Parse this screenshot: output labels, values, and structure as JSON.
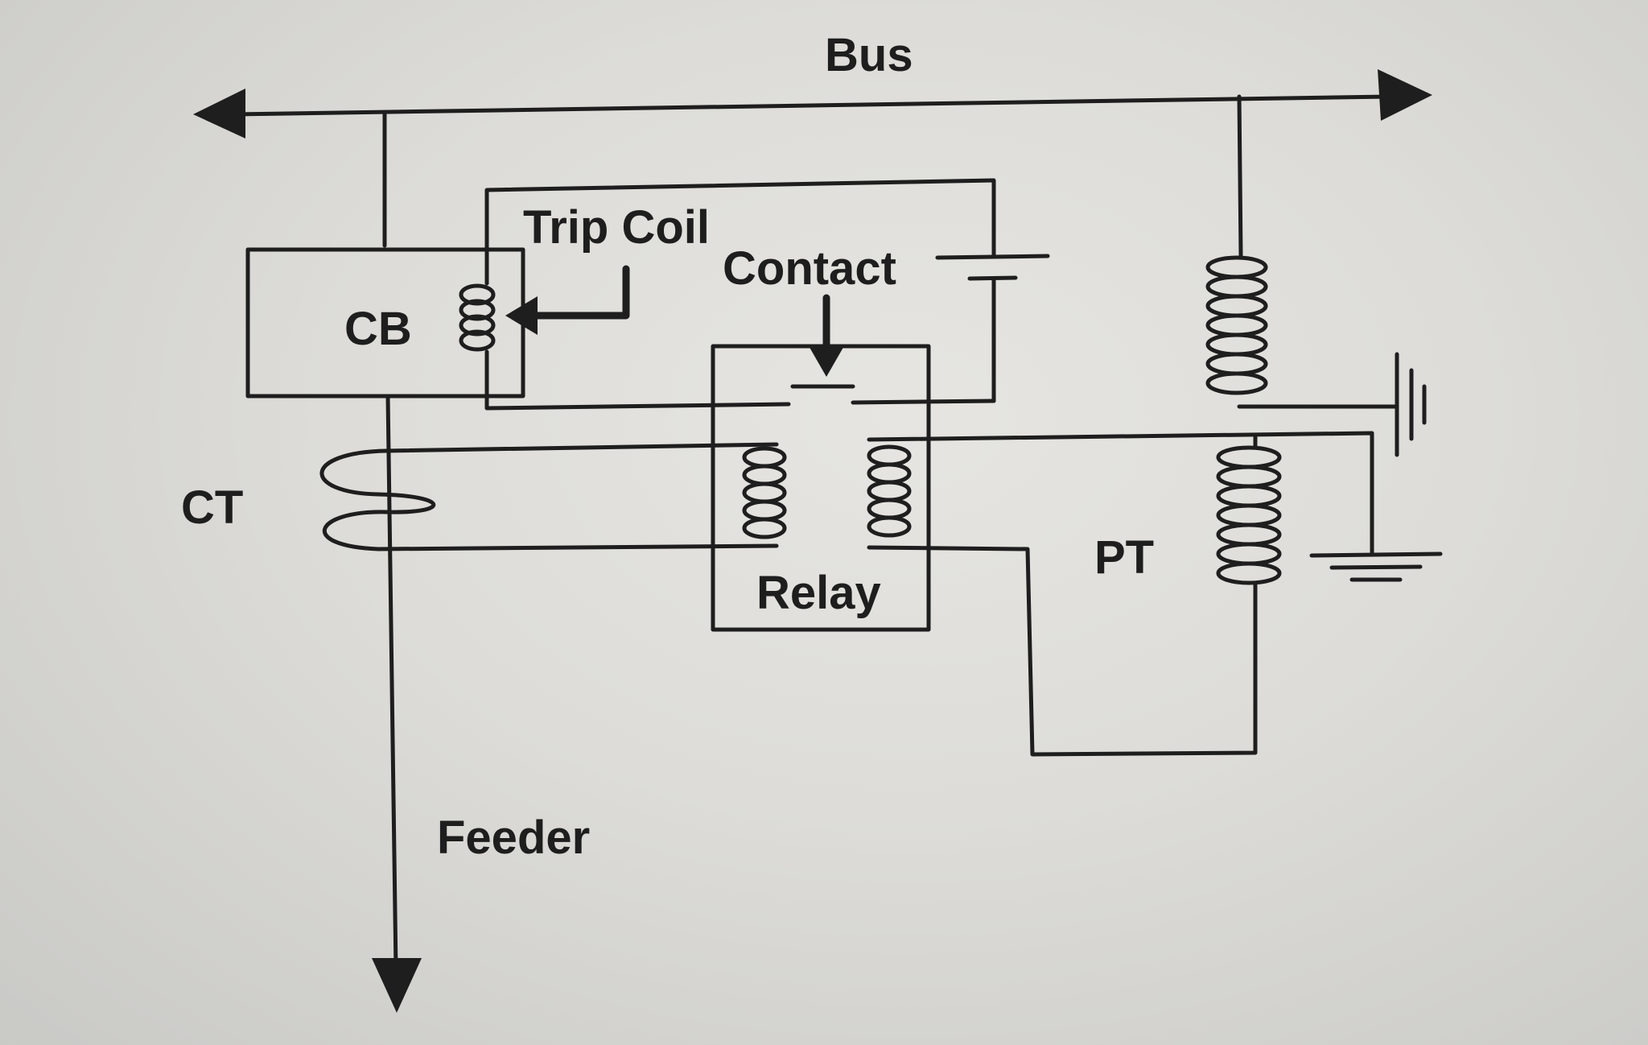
{
  "labels": {
    "bus": "Bus",
    "cb": "CB",
    "trip_coil": "Trip Coil",
    "contact": "Contact",
    "ct": "CT",
    "relay": "Relay",
    "pt": "PT",
    "feeder": "Feeder"
  },
  "colors": {
    "ink": "#1e1e1e",
    "background": "#dddcd8"
  }
}
